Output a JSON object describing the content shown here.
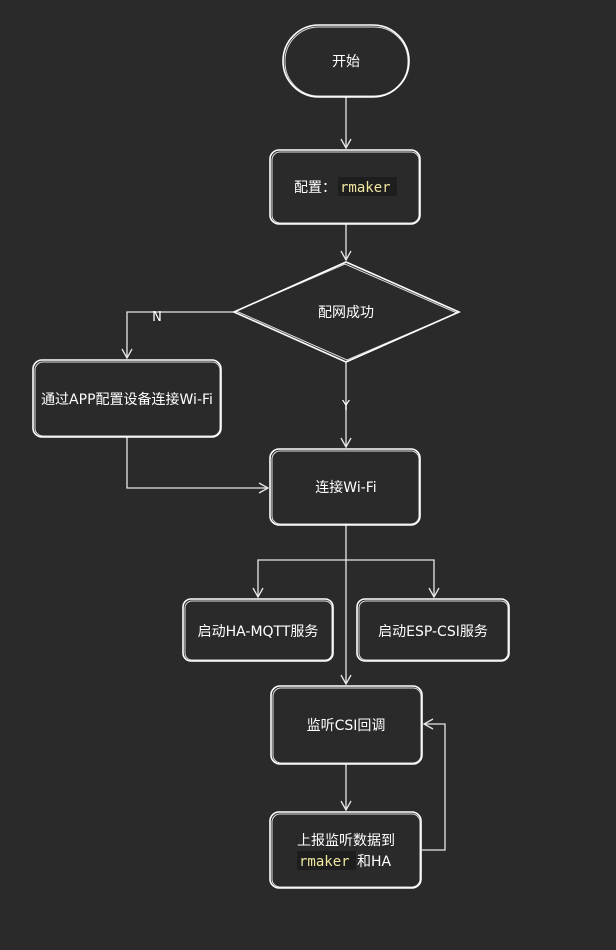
{
  "colors": {
    "background": "#2a2a2a",
    "stroke": "#ffffff",
    "text": "#ffffff",
    "code_bg": "#1e1e1e",
    "code_text": "#f0e6a0"
  },
  "nodes": {
    "start": {
      "label": "开始"
    },
    "config": {
      "label": "配置：",
      "code": "rmaker"
    },
    "decision": {
      "label": "配网成功"
    },
    "app_config": {
      "label": "通过APP配置设备连接Wi-Fi"
    },
    "connect_wifi": {
      "label": "连接Wi-Fi"
    },
    "ha_mqtt": {
      "label": "启动HA-MQTT服务"
    },
    "esp_csi": {
      "label": "启动ESP-CSI服务"
    },
    "listen_csi": {
      "label": "监听CSI回调"
    },
    "report": {
      "line1": "上报监听数据到",
      "code": "rmaker",
      "line2_suffix": "和HA"
    }
  },
  "edges": {
    "no_label": "N",
    "yes_label": "Y"
  }
}
